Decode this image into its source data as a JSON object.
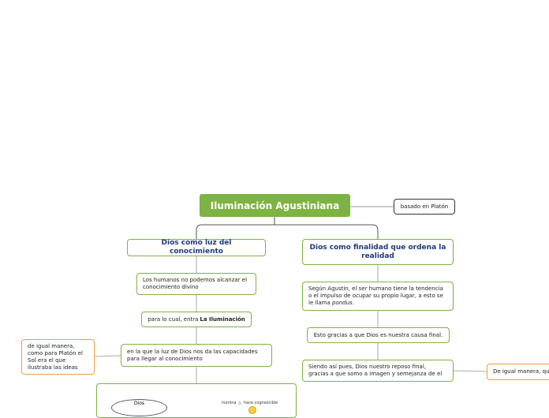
{
  "root": {
    "title": "Iluminación Agustiniana"
  },
  "side_note": {
    "text": "basado en Platón"
  },
  "left_branch": {
    "title": "Dios como luz del conocimiento",
    "child1": "Los humanos no podemos alcanzar el conocimiento divino",
    "child2_prefix": "para lo cual, entra ",
    "child2_bold": "La Iluminación",
    "child3": "en la que la luz de Dios nos da las capacidades para llegar al conocimiento",
    "note": "de igual  manera, como para Platón el Sol era el que ilustraba las ideas",
    "image": {
      "ellipse_label": "Dios",
      "caption_left": "ilumina",
      "caption_right": "hace cognoscible"
    }
  },
  "right_branch": {
    "title": "Dios como finalidad que ordena la realidad",
    "child1_text": "Según Agustín, el ser humano tiene la tendencia o el impulso de ocupar su propio lugar, a esto se le llama ",
    "child1_italic": "pondus",
    "child1_end": ".",
    "child2": "Esto gracias a que Dios es nuestra causa final.",
    "child3": "Siendo así pues, Dios nuestro reposo final, gracias a que somo a imagen y semejanza de el",
    "note": "De igual manera, qu"
  },
  "colors": {
    "root": "#7cb342",
    "green_border": "#7cb342",
    "orange_border": "#f39c3c",
    "title_text": "#1f3a7a"
  }
}
